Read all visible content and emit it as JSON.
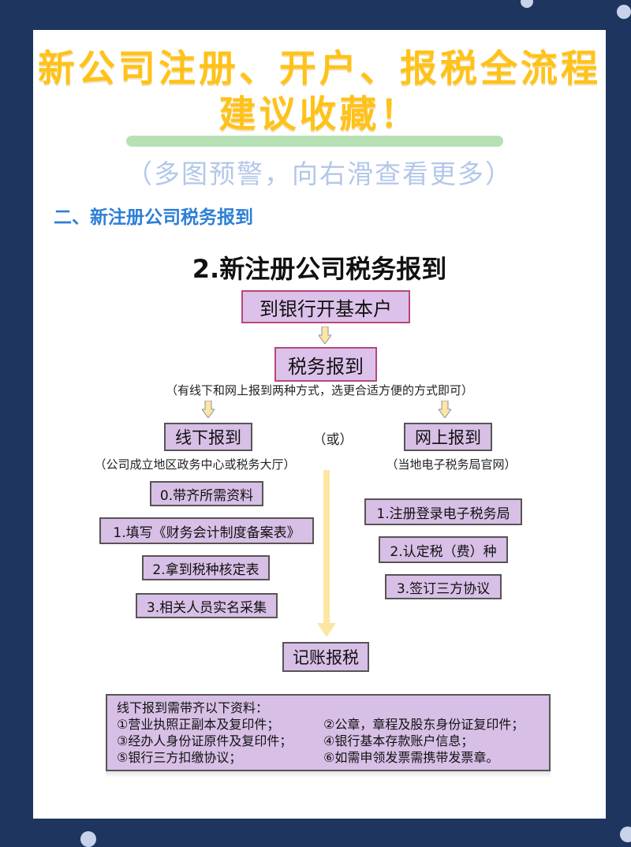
{
  "header": {
    "line1": "新公司注册、开户、报税全流程",
    "line2": "建议收藏！",
    "hint": "（多图预警，向右滑查看更多）",
    "section": "二、新注册公司税务报到"
  },
  "diagram": {
    "title": "2.新注册公司税务报到",
    "step_bank": "到银行开基本户",
    "step_tax": "税务报到",
    "tax_note": "（有线下和网上报到两种方式，选更合适方便的方式即可）",
    "or_label": "（或）",
    "offline": {
      "label": "线下报到",
      "note": "（公司成立地区政务中心或税务大厅）",
      "steps": [
        "0.带齐所需资料",
        "1.填写《财务会计制度备案表》",
        "2.拿到税种核定表",
        "3.相关人员实名采集"
      ]
    },
    "online": {
      "label": "网上报到",
      "note": "（当地电子税务局官网）",
      "steps": [
        "1.注册登录电子税务局",
        "2.认定税（费）种",
        "3.签订三方协议"
      ]
    },
    "final_step": "记账报税",
    "materials": {
      "title": "线下报到需带齐以下资料：",
      "items": [
        "①营业执照正副本及复印件；",
        "②公章，章程及股东身份证复印件；",
        "③经办人身份证原件及复印件；",
        "④银行基本存款账户信息；",
        "⑤银行三方扣缴协议；",
        "⑥如需申领发票需携带发票章。"
      ]
    }
  },
  "colors": {
    "background": "#1e355f",
    "headline": "#ffc21a",
    "box_fill": "#d8bfe6",
    "arrow_fill": "#fde6a3",
    "section_text": "#2d7fd6"
  }
}
